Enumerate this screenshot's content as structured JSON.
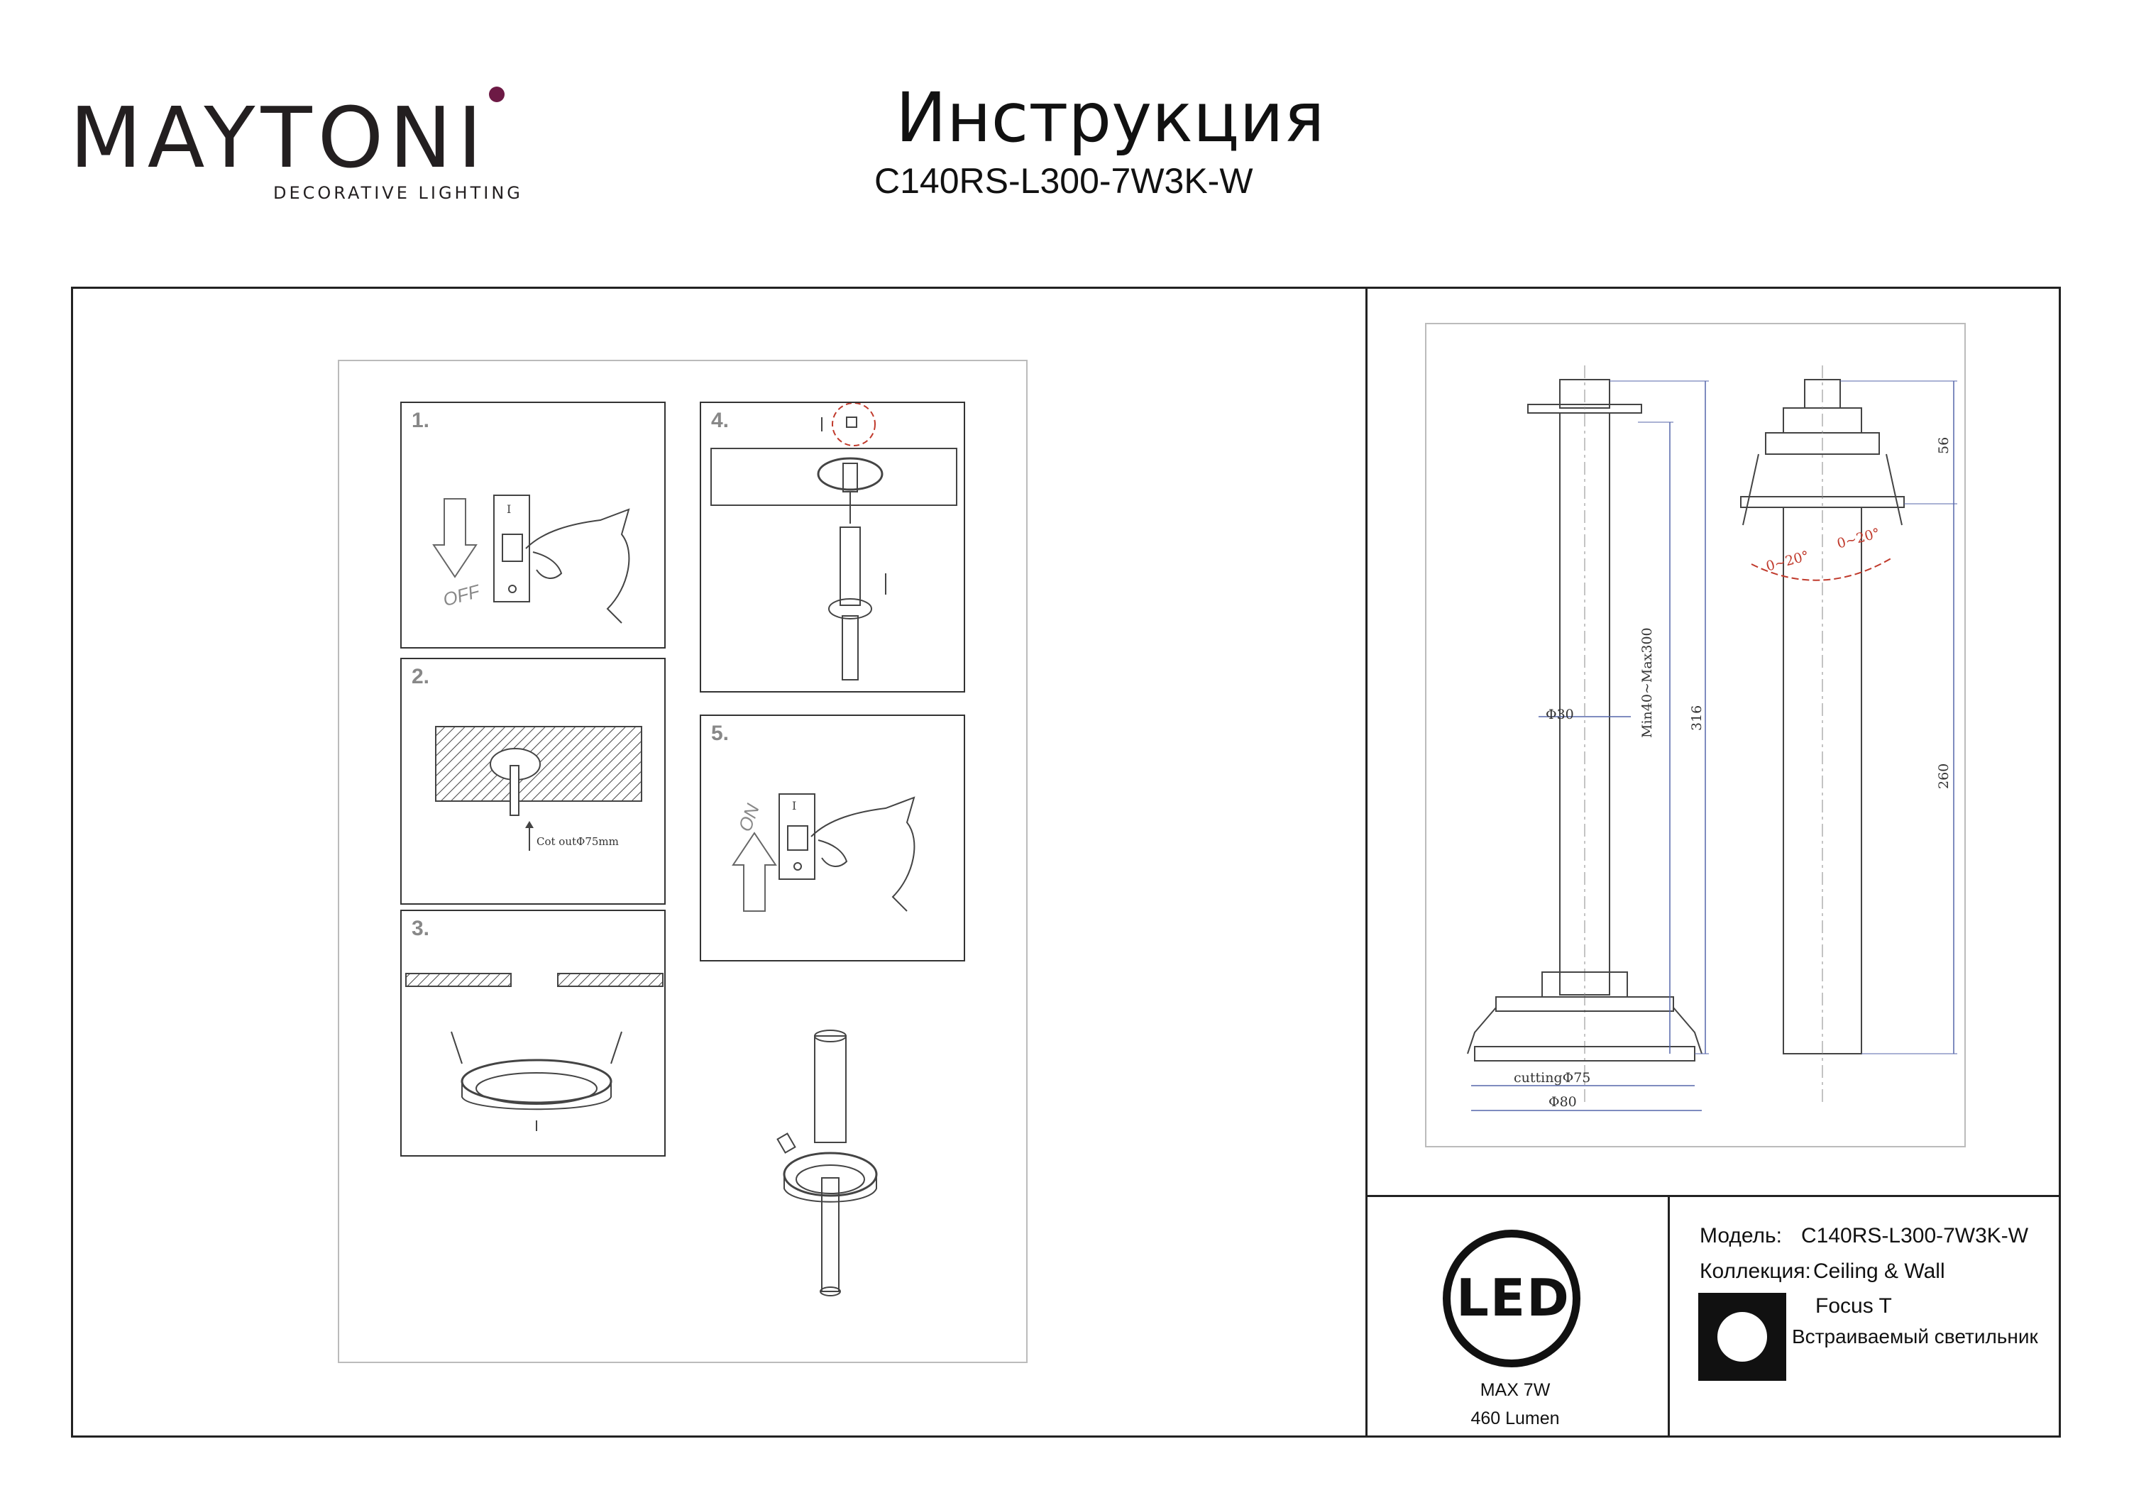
{
  "brand": {
    "name": "MAYTONI",
    "tagline": "DECORATIVE LIGHTING",
    "accent_color": "#6d1a45"
  },
  "header": {
    "title": "Инструкция",
    "model_code": "C140RS-L300-7W3K-W"
  },
  "steps": [
    {
      "number": "1.",
      "arrow_text": "OFF"
    },
    {
      "number": "2.",
      "note": "Cot outΦ75mm"
    },
    {
      "number": "3."
    },
    {
      "number": "4."
    },
    {
      "number": "5.",
      "arrow_text": "ON"
    }
  ],
  "dimensions": {
    "diameter_body": "Φ30",
    "range_label": "Min40~Max300",
    "total_length": "316",
    "top_height": "56",
    "lower_length": "260",
    "cutting": "cuttingΦ75",
    "outer_diameter": "Φ80",
    "tilt_left": "0~20°",
    "tilt_right": "0~20°"
  },
  "specs": {
    "led_label": "LED",
    "power": "MAX 7W",
    "lumen": "460 Lumen",
    "model_label": "Модель:",
    "model_value": "C140RS-L300-7W3K-W",
    "collection_label": "Коллекция:",
    "collection_value": "Ceiling & Wall",
    "series": "Focus T",
    "type": "Встраиваемый светильник"
  }
}
